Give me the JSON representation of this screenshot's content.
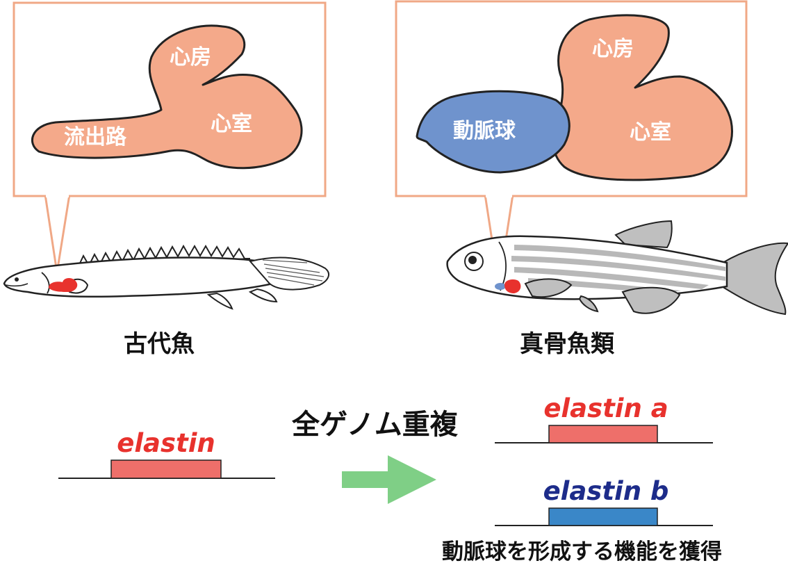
{
  "colors": {
    "heart": "#f4a98a",
    "bulbus": "#6f93cd",
    "callout_border": "#f0a886",
    "gene_red": "#ee6f6a",
    "gene_blue": "#3a87c8",
    "label_red": "#e8322d",
    "label_navy": "#1d2c8a",
    "arrow": "#7fcf86",
    "outline": "#222222"
  },
  "left_panel": {
    "organs": {
      "atrium": "心房",
      "ventricle": "心室",
      "outflow": "流出路"
    },
    "fish_caption": "古代魚"
  },
  "right_panel": {
    "organs": {
      "atrium": "心房",
      "ventricle": "心室",
      "bulbus": "動脈球"
    },
    "fish_caption": "真骨魚類"
  },
  "genes": {
    "ancestral": "elastin",
    "duplicate_a": "elastin a",
    "duplicate_b": "elastin b"
  },
  "event_label": "全ゲノム重複",
  "function_note": "動脈球を形成する機能を獲得",
  "icons": {
    "arrow": "right-arrow-icon"
  }
}
